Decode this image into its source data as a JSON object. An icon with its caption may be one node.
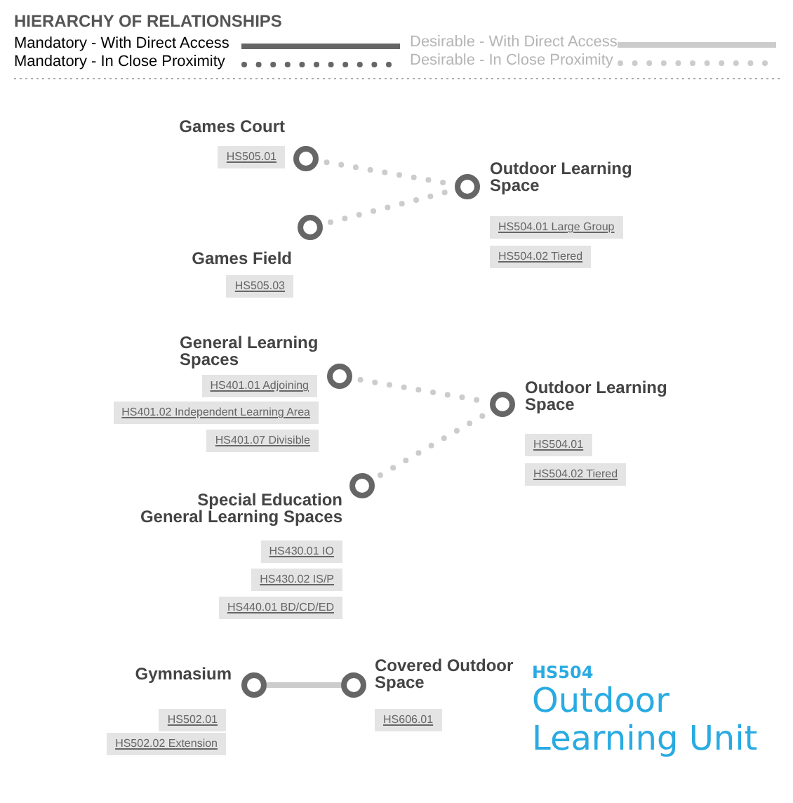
{
  "diagram": {
    "title": "Outdoor Learning Unit",
    "nodes": [
      {
        "text": [
          "Games Court"
        ],
        "beside": [
          "HS505.01"
        ]
      },
      {
        "text": [
          "Games Field"
        ],
        "beside": [
          "HS505.03"
        ]
      },
      {
        "text": [
          "Outdoor Learning Space"
        ],
        "beside": [
          "HS504.01 Large Group",
          "HS504.02 Tiered"
        ]
      },
      {
        "text": [
          "General Learning Spaces"
        ],
        "beside": [
          "HS401.01 Adjoining",
          "HS401.02 Independent Learning Area",
          "HS401.07 Divisible"
        ]
      },
      {
        "text": [
          "Outdoor Learning Space"
        ],
        "beside": [
          "HS504.01",
          "HS504.02 Tiered"
        ]
      },
      {
        "text": [
          "Special Education General Learning Spaces"
        ],
        "beside": [
          "HS430.01 IO",
          "HS430.02 IS/P",
          "HS440.01 BD/CD/ED"
        ]
      },
      {
        "text": [
          "Gymnasium"
        ],
        "beside": [
          "HS502.01",
          "HS502.02 Extension"
        ]
      },
      {
        "text": [
          "Covered Outdoor Space"
        ],
        "beside": [
          "HS606.01"
        ]
      }
    ],
    "edges": [
      {
        "from": 0,
        "to": 2,
        "arrow": "none",
        "style": "dashed"
      },
      {
        "from": 1,
        "to": 2,
        "arrow": "none",
        "style": "dashed"
      },
      {
        "from": 3,
        "to": 4,
        "arrow": "none",
        "style": "dashed"
      },
      {
        "from": 5,
        "to": 4,
        "arrow": "none",
        "style": "dashed"
      },
      {
        "from": 6,
        "to": 7,
        "arrow": "none"
      }
    ],
    "labels": [
      "HIERARCHY OF RELATIONSHIPS",
      "HS504"
    ],
    "legend": [
      {
        "text": "Mandatory - With Direct Access"
      },
      {
        "text": "Mandatory - In Close Proximity"
      },
      {
        "text": "Desirable - With Direct Access"
      },
      {
        "text": "Desirable - In Close Proximity"
      }
    ]
  }
}
